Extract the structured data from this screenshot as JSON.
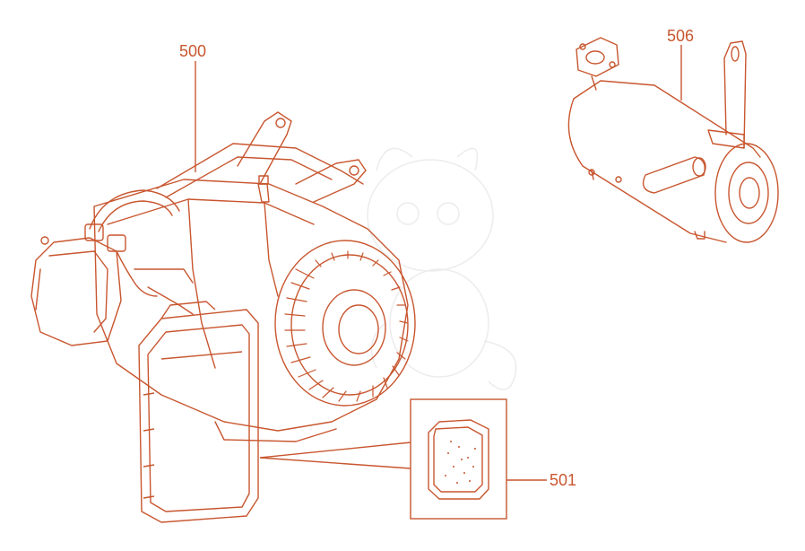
{
  "colors": {
    "line": "#c8562f",
    "label": "#c8562f",
    "watermark": "#e9e9e9"
  },
  "labels": {
    "engine": "500",
    "air_filter_element": "501",
    "muffler": "506"
  },
  "parts": [
    {
      "number": "500",
      "icon": "engine-assembly"
    },
    {
      "number": "501",
      "icon": "air-filter-foam-element"
    },
    {
      "number": "506",
      "icon": "muffler"
    }
  ]
}
